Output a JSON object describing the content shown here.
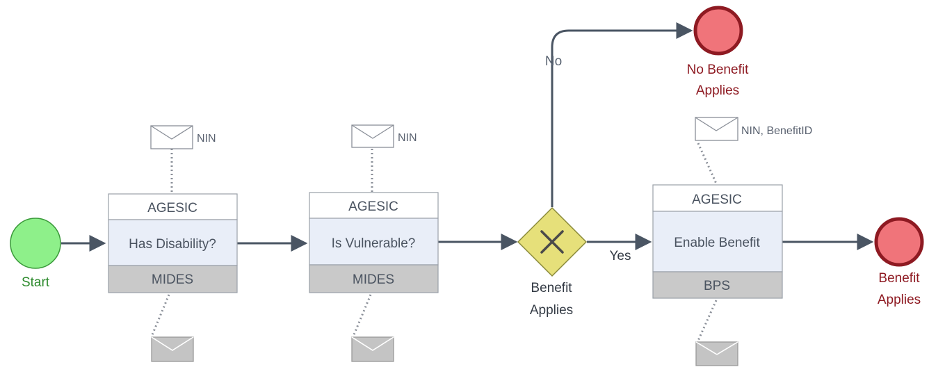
{
  "colors": {
    "flow": "#4a5563",
    "start_fill": "#8ef08a",
    "start_stroke": "#3a9a3a",
    "start_text": "#2e8b2e",
    "end_fill": "#f0747a",
    "end_stroke": "#8e1a22",
    "end_text": "#8e1a22",
    "gateway_fill": "#e6e07a",
    "gateway_stroke": "#8a8a3a",
    "task_header_fill": "#ffffff",
    "task_body_fill": "#e9eef8",
    "task_footer_fill": "#c9c9c9",
    "message_dotted": "#8a8f98"
  },
  "events": {
    "start": {
      "label": "Start"
    },
    "end_no_benefit": {
      "label_line1": "No Benefit",
      "label_line2": "Applies"
    },
    "end_benefit": {
      "label_line1": "Benefit",
      "label_line2": "Applies"
    }
  },
  "tasks": [
    {
      "id": "has-disability",
      "header": "AGESIC",
      "body": "Has Disability?",
      "footer": "MIDES",
      "message_label": "NIN"
    },
    {
      "id": "is-vulnerable",
      "header": "AGESIC",
      "body": "Is Vulnerable?",
      "footer": "MIDES",
      "message_label": "NIN"
    },
    {
      "id": "enable-benefit",
      "header": "AGESIC",
      "body": "Enable Benefit",
      "footer": "BPS",
      "message_label": "NIN, BenefitID"
    }
  ],
  "gateway": {
    "label_line1": "Benefit",
    "label_line2": "Applies",
    "yes_label": "Yes",
    "no_label": "No",
    "icon": "x-icon"
  },
  "icons": {
    "message_out": "envelope-icon",
    "message_in": "envelope-filled-icon"
  }
}
